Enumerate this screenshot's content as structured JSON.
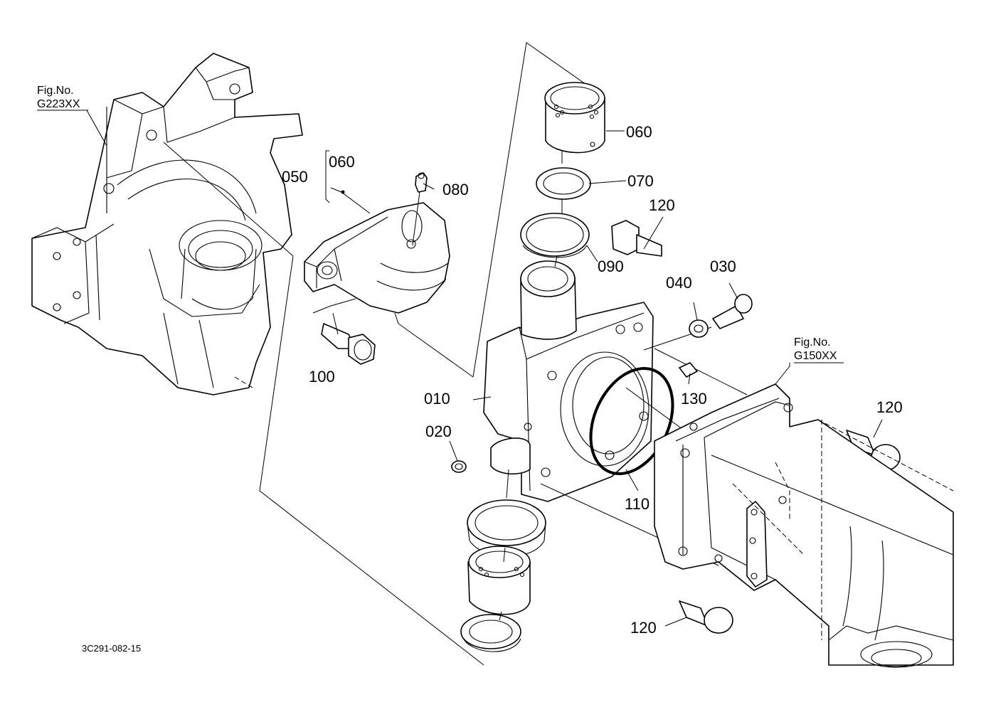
{
  "figure_refs": [
    {
      "label": "Fig.No.",
      "code": "G223XX"
    },
    {
      "label": "Fig.No.",
      "code": "G150XX"
    }
  ],
  "callouts": {
    "c010": "010",
    "c020": "020",
    "c030": "030",
    "c040": "040",
    "c050": "050",
    "c060a": "060",
    "c060b": "060",
    "c070": "070",
    "c080": "080",
    "c090": "090",
    "c100": "100",
    "c110": "110",
    "c120a": "120",
    "c120b": "120",
    "c120c": "120",
    "c130": "130"
  },
  "drawing_number": "3C291-082-15",
  "colors": {
    "line": "#000000",
    "background": "#ffffff"
  }
}
